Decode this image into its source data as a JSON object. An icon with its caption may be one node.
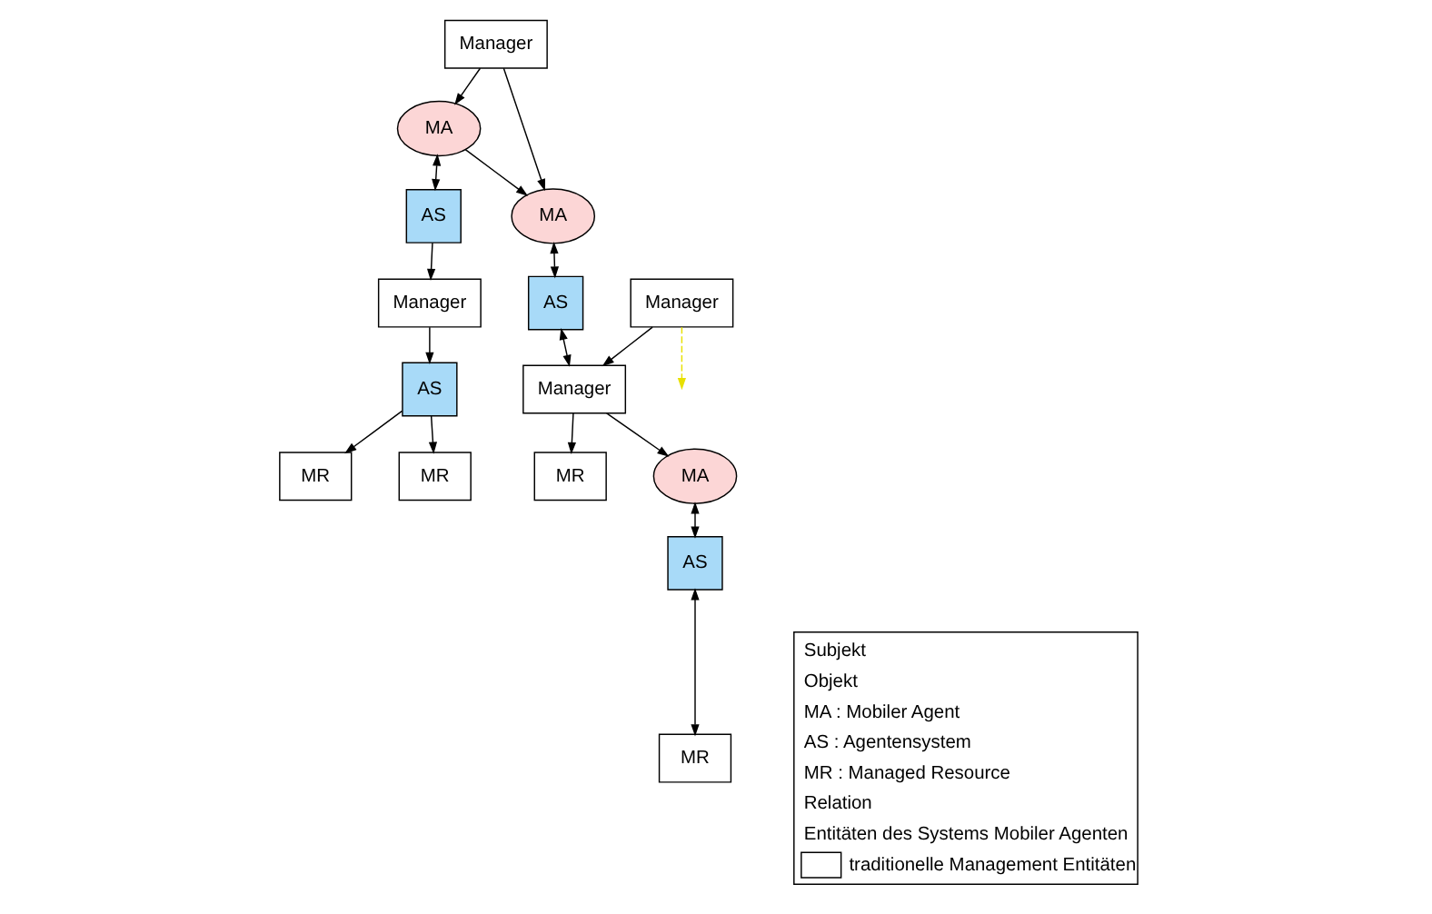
{
  "diagram": {
    "nodes": [
      {
        "text": [
          "Manager"
        ]
      },
      {
        "text": [
          "MA"
        ]
      },
      {
        "text": [
          "AS"
        ]
      },
      {
        "text": [
          "MA"
        ]
      },
      {
        "text": [
          "AS"
        ]
      },
      {
        "text": [
          "Manager"
        ]
      },
      {
        "text": [
          "Manager"
        ]
      },
      {
        "text": [
          "Manager"
        ]
      },
      {
        "text": [
          "AS"
        ]
      },
      {
        "text": [
          "MR"
        ]
      },
      {
        "text": [
          "MR"
        ]
      },
      {
        "text": [
          "MR"
        ]
      },
      {
        "text": [
          "MA"
        ]
      },
      {
        "text": [
          "AS"
        ]
      },
      {
        "text": [
          "MR"
        ]
      }
    ],
    "edges": [
      {
        "from": 0,
        "to": 1,
        "arrow": "to"
      },
      {
        "from": 0,
        "to": 3,
        "arrow": "to"
      },
      {
        "from": 1,
        "to": 2,
        "arrow": "both"
      },
      {
        "from": 1,
        "to": 3,
        "arrow": "to"
      },
      {
        "from": 3,
        "to": 4,
        "arrow": "both"
      },
      {
        "from": 4,
        "to": 5,
        "arrow": "both"
      },
      {
        "from": 6,
        "to": 5,
        "arrow": "to"
      },
      {
        "from": 6,
        "to": null,
        "arrow": "to",
        "style": "dashed",
        "color": "#e8e000"
      },
      {
        "from": 2,
        "to": 7,
        "arrow": "to"
      },
      {
        "from": 7,
        "to": 8,
        "arrow": "to"
      },
      {
        "from": 8,
        "to": 9,
        "arrow": "to"
      },
      {
        "from": 8,
        "to": 10,
        "arrow": "to"
      },
      {
        "from": 5,
        "to": 11,
        "arrow": "to"
      },
      {
        "from": 5,
        "to": 12,
        "arrow": "to"
      },
      {
        "from": 12,
        "to": 13,
        "arrow": "both"
      },
      {
        "from": 13,
        "to": 14,
        "arrow": "both"
      }
    ],
    "labels": [
      "Subjekt",
      "Objekt",
      "MA : Mobiler Agent",
      "AS : Agentensystem",
      "MR : Managed Resource"
    ],
    "legend": [
      {
        "text": "Relation"
      },
      {
        "text": "Entitäten des Systems Mobiler Agenten"
      },
      {
        "text": "traditionelle Management Entitäten",
        "color": "#ffffff"
      }
    ]
  }
}
